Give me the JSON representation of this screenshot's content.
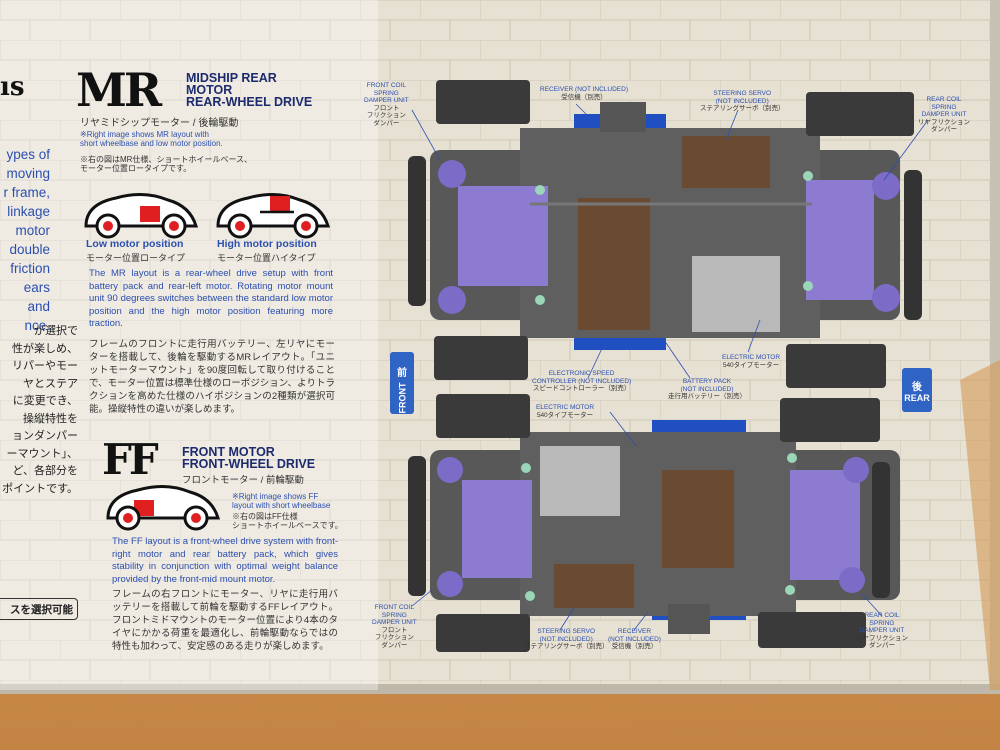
{
  "left_fragment": {
    "lines": [
      "ypes of",
      "moving",
      "r frame,",
      "linkage",
      "motor",
      "double",
      "friction",
      "ears and",
      "nce."
    ],
    "jp_lines": [
      "が選択で",
      "性が楽しめ、",
      "リパーやモー",
      "ヤとステア",
      "に変更でき、",
      "操縦特性を",
      "ョンダンパー",
      "ーマウント」、",
      "ど、各部分を",
      "ポイントです。"
    ],
    "badge": "スを選択可能"
  },
  "mr": {
    "code": "MR",
    "title_lines": [
      "MIDSHIP REAR",
      "MOTOR",
      "REAR-WHEEL DRIVE"
    ],
    "title_jp": "リヤミドシップモーター / 後輪駆動",
    "note_en": [
      "※Right image shows MR layout with",
      "short wheelbase and low motor position."
    ],
    "note_jp": [
      "※右の図はMR仕様、ショートホイールベース、",
      "モーター位置ロータイプです。"
    ],
    "low_label": "Low motor position",
    "low_label_jp": "モーター位置ロータイプ",
    "high_label": "High motor position",
    "high_label_jp": "モーター位置ハイタイプ",
    "desc_en": "The MR layout is a rear-wheel drive setup with front battery pack and rear-left motor. Rotating motor mount unit 90 degrees switches between the standard low motor position and the high motor position featuring more traction.",
    "desc_jp": "フレームのフロントに走行用バッテリー、左リヤにモーターを搭載して、後輪を駆動するMRレイアウト。「ユニットモーターマウント」を90度回転して取り付けることで、モーター位置は標準仕様のローポジション、よりトラクションを高めた仕様のハイポジションの2種類が選択可能。操縦特性の違いが楽しめます。"
  },
  "ff": {
    "code": "FF",
    "title_lines": [
      "FRONT MOTOR",
      "FRONT-WHEEL DRIVE"
    ],
    "title_jp": "フロントモーター / 前輪駆動",
    "note_en": [
      "※Right image shows FF",
      "layout with short wheelbase"
    ],
    "note_jp": [
      "※右の図はFF仕様",
      "ショートホイールベースです。"
    ],
    "desc_en": "The FF layout is a front-wheel drive system with front-right motor and rear battery pack, which gives stability in conjunction with optimal weight balance provided by the front-mid mount motor.",
    "desc_jp": "フレームの右フロントにモーター、リヤに走行用バッテリーを搭載して前輪を駆動するFFレイアウト。フロントミドマウントのモーター位置により4本のタイヤにかかる荷重を最適化し、前輪駆動ならではの特性も加わって、安定感のある走りが楽しめます。"
  },
  "diagram_labels": {
    "front_coil_top": {
      "en": [
        "FRONT COIL",
        "SPRING",
        "DAMPER UNIT"
      ],
      "jp": [
        "フロント",
        "フリクション",
        "ダンパー"
      ]
    },
    "receiver_top": {
      "en": [
        "RECEIVER (NOT INCLUDED)"
      ],
      "jp": [
        "受信機（別売）"
      ]
    },
    "steering_top": {
      "en": [
        "STEERING SERVO",
        "(NOT INCLUDED)"
      ],
      "jp": [
        "ステアリングサーボ（別売）"
      ]
    },
    "rear_coil_top": {
      "en": [
        "REAR COIL",
        "SPRING",
        "DAMPER UNIT"
      ],
      "jp": [
        "リヤフリクション",
        "ダンパー"
      ]
    },
    "esc": {
      "en": [
        "ELECTRONIC SPEED",
        "CONTROLLER (NOT INCLUDED)"
      ],
      "jp": [
        "スピードコントローラー（別売）"
      ]
    },
    "battery": {
      "en": [
        "BATTERY PACK",
        "(NOT INCLUDED)"
      ],
      "jp": [
        "走行用バッテリー（別売）"
      ]
    },
    "motor_top": {
      "en": [
        "ELECTRIC MOTOR"
      ],
      "jp": [
        "540タイプモーター"
      ]
    },
    "motor_bottom": {
      "en": [
        "ELECTRIC MOTOR"
      ],
      "jp": [
        "540タイプモーター"
      ]
    },
    "front_coil_bottom": {
      "en": [
        "FRONT COIL",
        "SPRING",
        "DAMPER UNIT"
      ],
      "jp": [
        "フロント",
        "フリクション",
        "ダンパー"
      ]
    },
    "steering_bottom": {
      "en": [
        "STEERING SERVO",
        "(NOT INCLUDED)"
      ],
      "jp": [
        "ステアリングサーボ（別売）"
      ]
    },
    "receiver_bottom": {
      "en": [
        "RECEIVER",
        "(NOT INCLUDED)"
      ],
      "jp": [
        "受信機（別売）"
      ]
    },
    "rear_coil_bottom": {
      "en": [
        "REAR COIL",
        "SPRING",
        "DAMPER UNIT"
      ],
      "jp": [
        "リヤフリクション",
        "ダンパー"
      ]
    }
  },
  "front_tag": {
    "jp": "前",
    "en": "FRONT"
  },
  "rear_tag": {
    "jp": "後",
    "en": "REAR"
  },
  "colors": {
    "ink": "#1c2a6e",
    "accent": "#2b4fb0",
    "motor": "#e02020",
    "chassis_blue": "#1f4fc0",
    "table": "#c98a45"
  }
}
